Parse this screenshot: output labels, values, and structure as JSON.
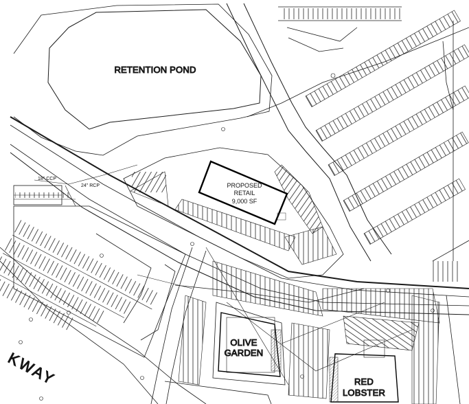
{
  "labels": {
    "retention_pond": "RETENTION POND",
    "proposed_line1": "PROPOSED",
    "proposed_line2": "RETAIL",
    "proposed_line3": "9,000 SF",
    "olive_line1": "OLIVE",
    "olive_line2": "GARDEN",
    "red_line1": "RED",
    "red_line2": "LOBSTER",
    "pipe_ccp": "18\" CCP",
    "pipe_rcp": "24\" RCP",
    "road_name": "KWAY"
  },
  "colors": {
    "line": "#1a1a1a",
    "background": "#ffffff"
  }
}
